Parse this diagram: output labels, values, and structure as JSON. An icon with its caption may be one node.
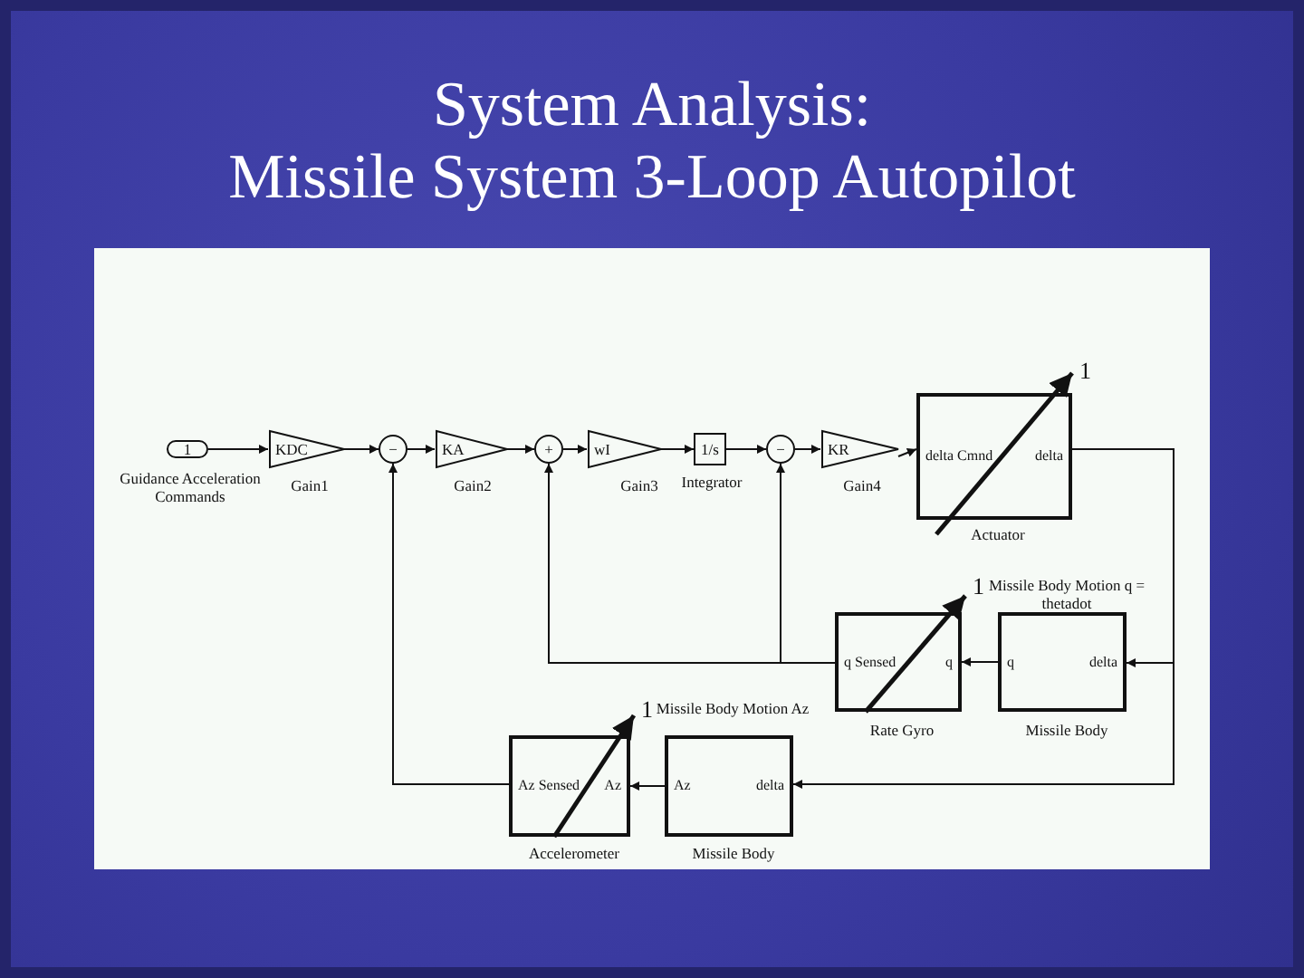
{
  "diagram": {
    "title": "System Analysis: Missile System 3-Loop Autopilot",
    "nodes": [
      {
        "text": [
          "1"
        ],
        "beside": [
          "Guidance Acceleration Commands"
        ]
      },
      {
        "text": [
          "KDC"
        ],
        "beside": [
          "Gain1"
        ]
      },
      {
        "text": [
          "−"
        ]
      },
      {
        "text": [
          "KA"
        ],
        "beside": [
          "Gain2"
        ]
      },
      {
        "text": [
          "+"
        ]
      },
      {
        "text": [
          "wI"
        ],
        "beside": [
          "Gain3"
        ]
      },
      {
        "text": [
          "1/s"
        ],
        "beside": [
          "Integrator"
        ]
      },
      {
        "text": [
          "−"
        ]
      },
      {
        "text": [
          "KR"
        ],
        "beside": [
          "Gain4"
        ]
      },
      {
        "text": [
          "delta Cmnd",
          "delta"
        ],
        "beside": [
          "Actuator"
        ]
      },
      {
        "text": [
          "q Sensed",
          "q"
        ],
        "beside": [
          "Rate Gyro"
        ]
      },
      {
        "text": [
          "q",
          "delta"
        ],
        "beside": [
          "Missile Body Motion q = thetadot",
          "Missile Body"
        ]
      },
      {
        "text": [
          "Az Sensed",
          "Az"
        ],
        "beside": [
          "Accelerometer"
        ]
      },
      {
        "text": [
          "Az",
          "delta"
        ],
        "beside": [
          "Missile Body Motion Az",
          "Missile Body"
        ]
      }
    ],
    "edges": [
      {
        "from": 0,
        "to": 1,
        "arrow": "to"
      },
      {
        "from": 1,
        "to": 2,
        "arrow": "to"
      },
      {
        "from": 2,
        "to": 3,
        "arrow": "to"
      },
      {
        "from": 3,
        "to": 4,
        "arrow": "to"
      },
      {
        "from": 4,
        "to": 5,
        "arrow": "to"
      },
      {
        "from": 5,
        "to": 6,
        "arrow": "to"
      },
      {
        "from": 6,
        "to": 7,
        "arrow": "to"
      },
      {
        "from": 7,
        "to": 8,
        "arrow": "to"
      },
      {
        "from": 8,
        "to": 9,
        "arrow": "to"
      },
      {
        "from": 9,
        "to": 11,
        "arrow": "to"
      },
      {
        "from": 9,
        "to": 13,
        "arrow": "to"
      },
      {
        "from": 11,
        "to": 10,
        "arrow": "to"
      },
      {
        "from": 10,
        "to": 4,
        "arrow": "to"
      },
      {
        "from": 10,
        "to": 7,
        "arrow": "to"
      },
      {
        "from": 13,
        "to": 12,
        "arrow": "to"
      },
      {
        "from": 12,
        "to": 2,
        "arrow": "to"
      }
    ],
    "labels": [
      "1",
      "1",
      "1"
    ]
  }
}
